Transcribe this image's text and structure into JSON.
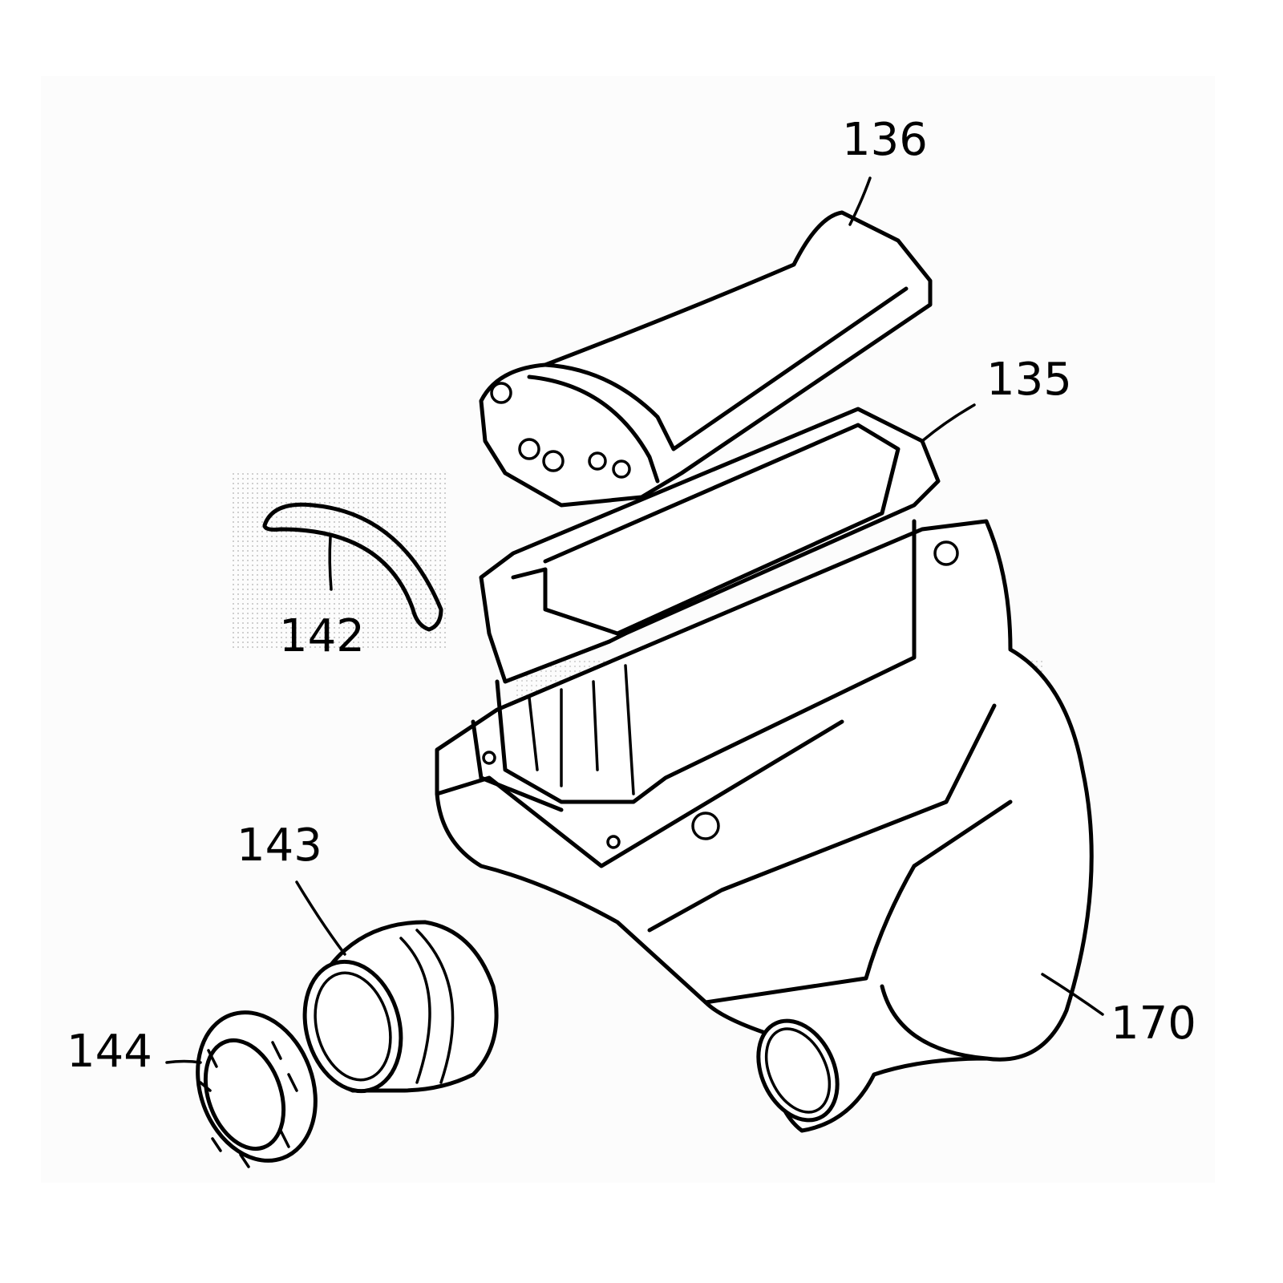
{
  "labels": {
    "part_136": "136",
    "part_135": "135",
    "part_142": "142",
    "part_143": "143",
    "part_144": "144",
    "part_170": "170"
  }
}
